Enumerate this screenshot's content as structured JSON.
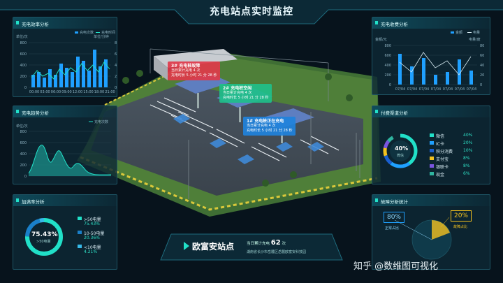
{
  "header": {
    "title": "充电站点实时监控"
  },
  "colors": {
    "accent": "#21e0c8",
    "blue": "#1fa0ff",
    "red": "#e03a4a",
    "green": "#1fbf8a",
    "yellow": "#f4c21f"
  },
  "efficiency_panel": {
    "title": "充电效率分析",
    "legend_count": "充电次数",
    "legend_time": "充电时间",
    "y_left_unit": "单位/次",
    "y_right_unit": "单位/分钟",
    "y_left_ticks": [
      "800",
      "600",
      "400",
      "200",
      "0"
    ],
    "y_right_ticks": [
      "8",
      "6",
      "4",
      "2",
      "0"
    ],
    "x_ticks": [
      "00:00",
      "03:00",
      "06:00",
      "09:00",
      "12:00",
      "15:00",
      "18:00",
      "21:00"
    ]
  },
  "trend_panel": {
    "title": "充电趋势分析",
    "legend": "充电次数",
    "y_unit": "单位/次",
    "y_ticks": [
      "800",
      "600",
      "400",
      "200",
      "0"
    ]
  },
  "fill_panel": {
    "title": "加满率分析",
    "center_value": "75.43%",
    "center_label": ">50电量",
    "items": [
      {
        "label": ">50电量",
        "pct": "75.43%",
        "color": "#21e0c8"
      },
      {
        "label": "10-50电量",
        "pct": "20.36%",
        "color": "#1a7fc9"
      },
      {
        "label": "<10电量",
        "pct": "4.21%",
        "color": "#36b9e8"
      }
    ]
  },
  "fee_panel": {
    "title": "充电收费分析",
    "legend_amount": "金额",
    "legend_power": "电量",
    "y_left_unit": "金额/元",
    "y_right_unit": "电量/度",
    "y_left_ticks": [
      "800",
      "600",
      "400",
      "200",
      "0"
    ],
    "y_right_ticks": [
      "80",
      "60",
      "40",
      "20",
      "0"
    ],
    "x_ticks": [
      "07/04",
      "07/04",
      "07/04",
      "07/04",
      "07/04",
      "07/04",
      "07/04"
    ]
  },
  "payment_panel": {
    "title": "付费渠道分析",
    "center_value": "40%",
    "center_label": "微信",
    "items": [
      {
        "label": "微信",
        "pct": "40%",
        "color": "#21e0c8"
      },
      {
        "label": "IC卡",
        "pct": "20%",
        "color": "#1fa0ff"
      },
      {
        "label": "积分消费",
        "pct": "10%",
        "color": "#1a5fd0"
      },
      {
        "label": "支付宝",
        "pct": "8%",
        "color": "#f4c21f"
      },
      {
        "label": "银联卡",
        "pct": "8%",
        "color": "#7a55e0"
      },
      {
        "label": "现金",
        "pct": "6%",
        "color": "#2fb5a0"
      }
    ]
  },
  "fault_panel": {
    "title": "故障分析统计",
    "normal_pct": "80%",
    "normal_label": "正常占比",
    "fault_pct": "20%",
    "fault_label": "故障占比"
  },
  "station": {
    "name": "欧富安站点",
    "today_prefix": "当日累计充电",
    "today_count": "62",
    "today_unit": "次",
    "address": "湖南省长沙市岳麓区岳麓欧富安科技园"
  },
  "tips": [
    {
      "title": "3# 充电桩故障",
      "line1": "当日累计充电 4 次",
      "line2": "充电时长 5 小时 21 分 28 秒"
    },
    {
      "title": "2# 充电桩空闲",
      "line1": "当日累计充电 4 次",
      "line2": "充电时长 5 小时 21 分 28 秒"
    },
    {
      "title": "1# 充电桩正在充电",
      "line1": "当日累计充电 4 次",
      "line2": "充电时长 5 小时 21 分 28 秒"
    }
  ],
  "watermark": "知乎 @数维图可视化"
}
